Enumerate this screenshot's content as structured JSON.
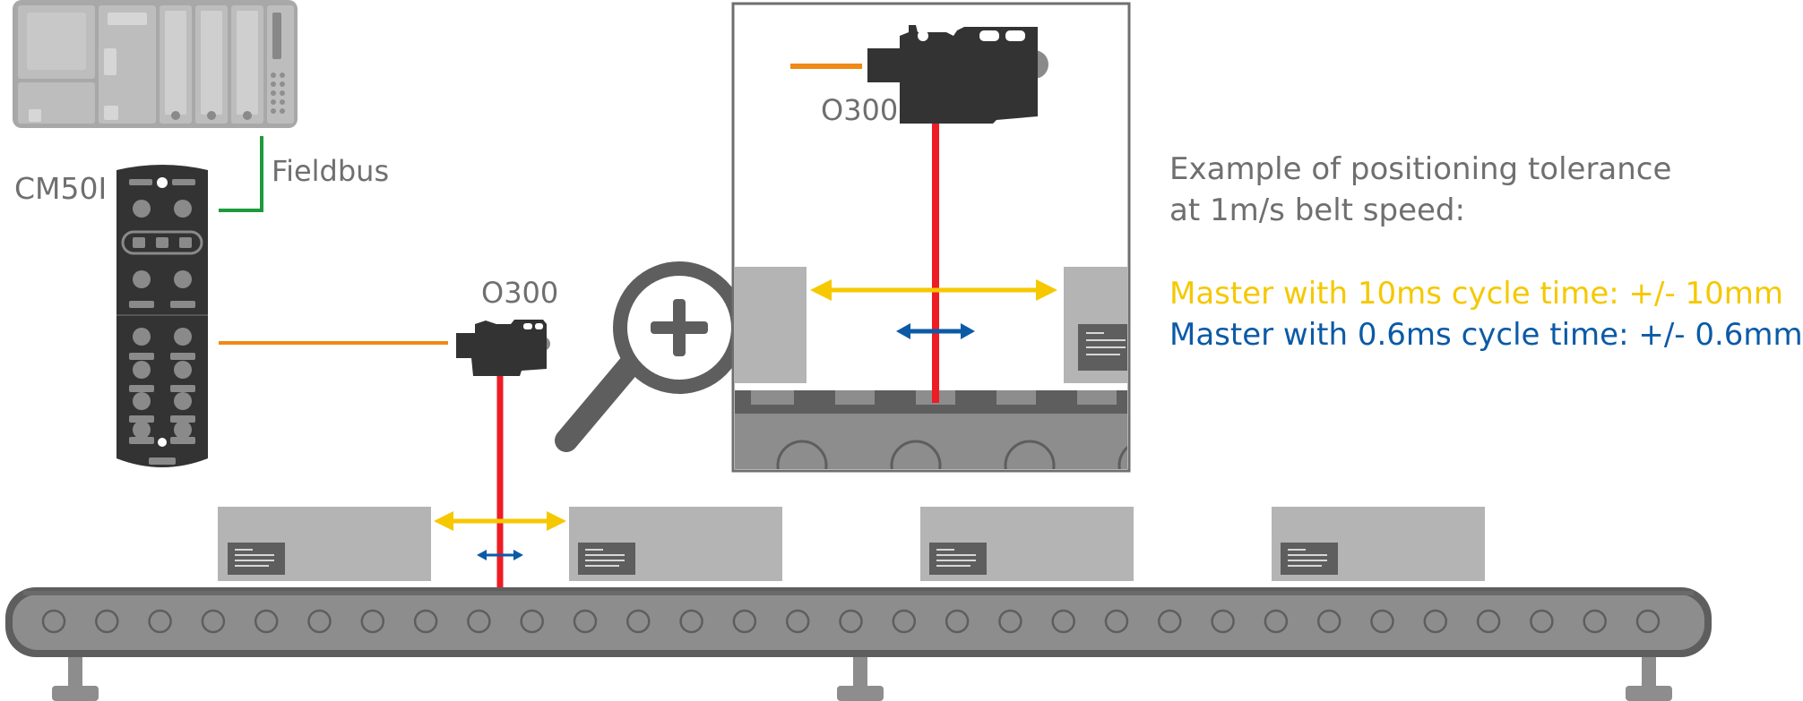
{
  "labels": {
    "controller": "CM50I",
    "fieldbus": "Fieldbus",
    "sensor_main": "O300",
    "sensor_zoom": "O300"
  },
  "info": {
    "heading_line1": "Example of positioning tolerance",
    "heading_line2": "at 1m/s belt speed:",
    "yellow_line": "Master with 10ms cycle time: +/- 10mm",
    "blue_line": "Master with 0.6ms cycle time: +/- 0.6mm"
  },
  "colors": {
    "yellow": "#f5c800",
    "blue": "#0b5aa6",
    "orange": "#ef8a17",
    "green": "#1e9a3c",
    "laser": "#ee1c25",
    "device_dark": "#333333",
    "plc_gray": "#a8a8a8",
    "box_gray": "#b4b4b4",
    "belt_gray": "#8d8d8d",
    "text_gray": "#6f6f6f"
  },
  "icons": {
    "magnifier": "zoom-in-magnifier-icon"
  }
}
